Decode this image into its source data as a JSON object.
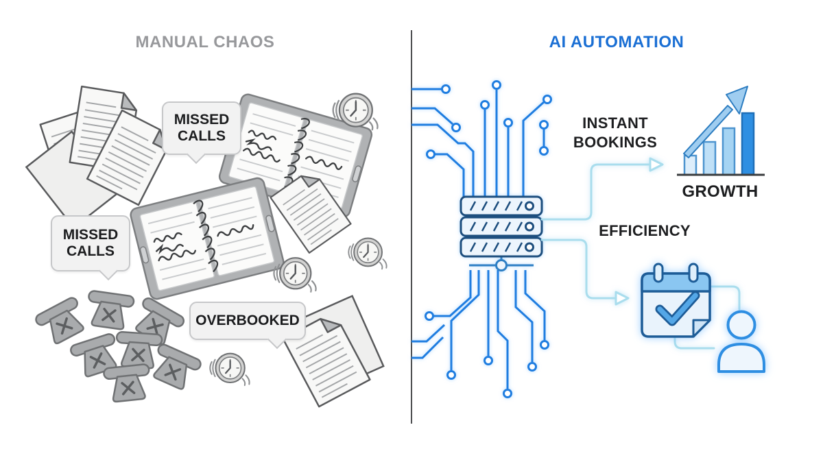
{
  "header": {
    "left_title": "MANUAL CHAOS",
    "right_title": "AI AUTOMATION"
  },
  "left_panel": {
    "speech_bubbles": [
      {
        "label": "MISSED CALLS"
      },
      {
        "label": "MISSED CALLS"
      },
      {
        "label": "OVERBOOKED"
      }
    ],
    "icons": [
      "paper-stack",
      "spiral-planner",
      "ringing-clock",
      "missed-call-phone",
      "document"
    ]
  },
  "right_panel": {
    "labels": {
      "instant_bookings": "INSTANT BOOKINGS",
      "growth": "GROWTH",
      "efficiency": "EFFICIENCY"
    },
    "icons": [
      "circuit-traces",
      "server-rack",
      "growth-bar-chart",
      "calendar-check",
      "user"
    ],
    "growth_chart": {
      "type": "bar",
      "bar_relative_heights": [
        28,
        48,
        68,
        90
      ],
      "bar_colors": [
        "#ddeefb",
        "#bfe0f7",
        "#a5d4f3",
        "#2e8fe2"
      ],
      "trend": "up"
    }
  },
  "colors": {
    "left_title": "#97989b",
    "right_title": "#1a6fd4",
    "circuit_blue": "#1f7de0",
    "connector_blue": "#a9dded",
    "text_dark": "#1d1e20",
    "divider": "#4f5052"
  }
}
